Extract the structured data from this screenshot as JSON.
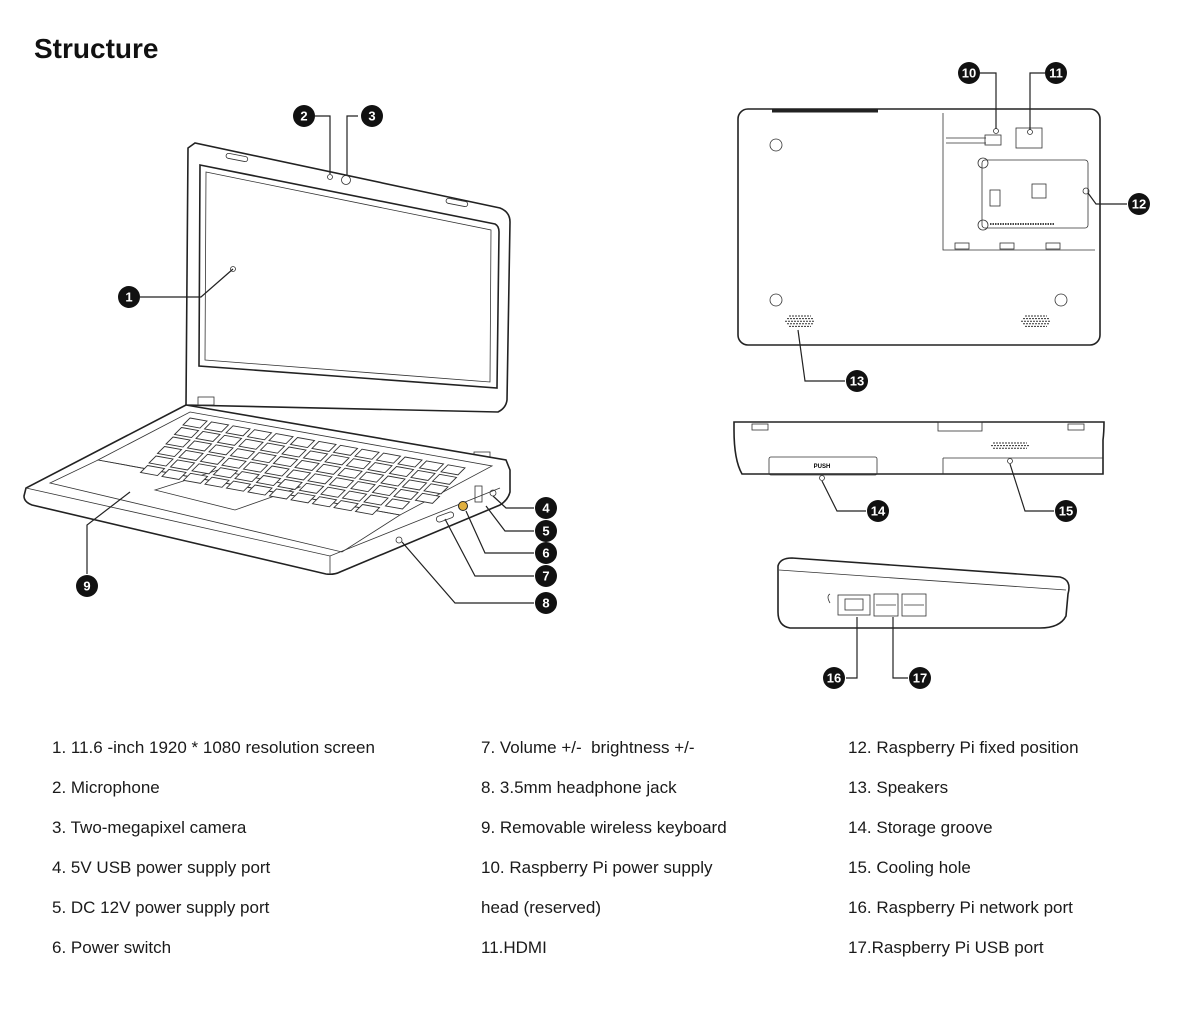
{
  "title": "Structure",
  "callouts": {
    "c1": "1",
    "c2": "2",
    "c3": "3",
    "c4": "4",
    "c5": "5",
    "c6": "6",
    "c7": "7",
    "c8": "8",
    "c9": "9",
    "c10": "10",
    "c11": "11",
    "c12": "12",
    "c13": "13",
    "c14": "14",
    "c15": "15",
    "c16": "16",
    "c17": "17"
  },
  "groove_label": "PUSH",
  "legend": {
    "col1": [
      "1. 11.6 -inch 1920 * 1080 resolution screen",
      "2. Microphone",
      "3. Two-megapixel camera",
      "4. 5V USB power supply port",
      "5. DC 12V power supply port",
      "6. Power switch"
    ],
    "col2": [
      "7. Volume +/-  brightness +/-",
      "8. 3.5mm headphone jack",
      "9. Removable wireless keyboard",
      "10. Raspberry Pi power supply",
      "head (reserved)",
      "11.HDMI"
    ],
    "col3": [
      "12. Raspberry Pi fixed position",
      "13. Speakers",
      "14. Storage groove",
      "15. Cooling hole",
      "16. Raspberry Pi network port",
      "17.Raspberry Pi USB port"
    ]
  },
  "colors": {
    "badge": "#111111",
    "line": "#222222",
    "power_switch_accent": "#e0b040"
  }
}
